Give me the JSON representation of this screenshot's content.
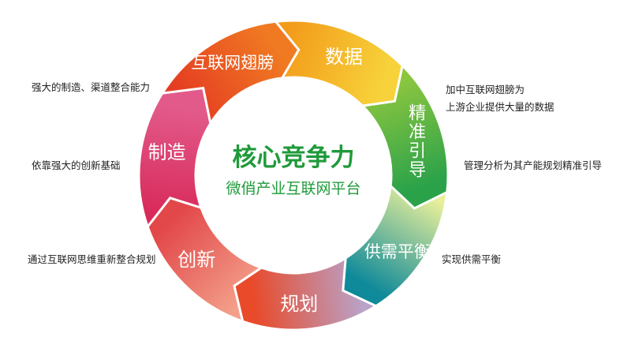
{
  "center": {
    "title": "核心竞争力",
    "subtitle": "微俏产业互联网平台",
    "title_color": "#1f9a3a",
    "subtitle_color": "#1f9a3a"
  },
  "segments": [
    {
      "label": "互联网翅膀",
      "color_a": "#e53d22",
      "color_b": "#f07a22"
    },
    {
      "label": "数据",
      "color_a": "#f39a1a",
      "color_b": "#f7d23a"
    },
    {
      "label": "精准引导",
      "color_a": "#8cc63f",
      "color_b": "#2aa24a"
    },
    {
      "label": "供需平衡",
      "color_a": "#e8ef9a",
      "color_b": "#0f8a9a"
    },
    {
      "label": "规划",
      "color_a": "#b9a3c9",
      "color_b": "#e84a2a"
    },
    {
      "label": "创新",
      "color_a": "#f3a08a",
      "color_b": "#e2484a"
    },
    {
      "label": "制造",
      "color_a": "#d82a5a",
      "color_b": "#e25a8a"
    }
  ],
  "notes": {
    "manufacture": "强大的制造、渠道整合能力",
    "innovation": "依靠强大的创新基础",
    "planning": "通过互联网思维重新整合规划",
    "data_line1": "加中互联网翅膀为",
    "data_line2": "上游企业提供大量的数据",
    "guidance": "管理分析为其产能规划精准引导",
    "balance": "实现供需平衡"
  }
}
